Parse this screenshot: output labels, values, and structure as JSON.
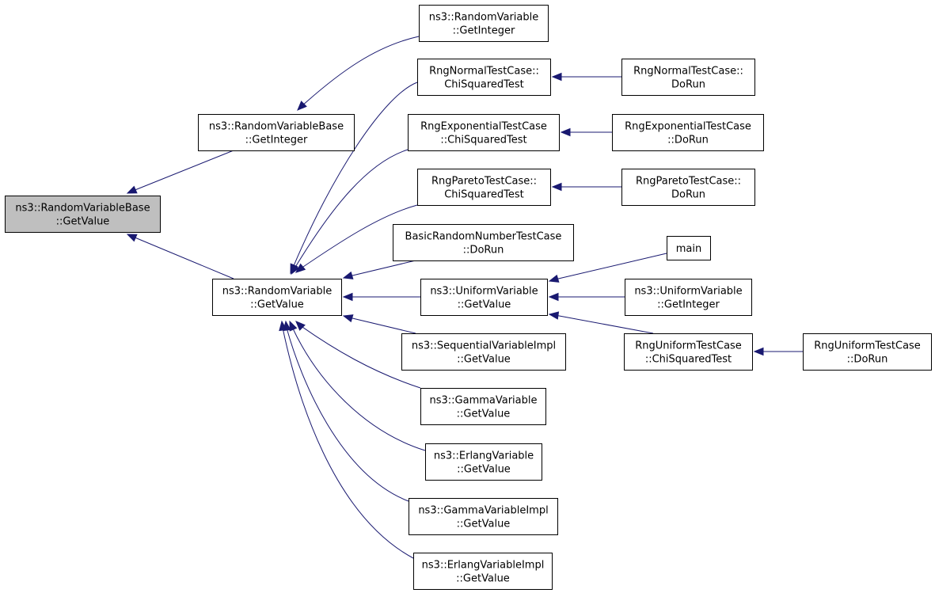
{
  "diagram": {
    "nodes": [
      {
        "id": "rvb_getvalue",
        "lines": [
          "ns3::RandomVariableBase",
          "::GetValue"
        ],
        "highlight": true
      },
      {
        "id": "rvb_getinteger",
        "lines": [
          "ns3::RandomVariableBase",
          "::GetInteger"
        ]
      },
      {
        "id": "rv_getvalue",
        "lines": [
          "ns3::RandomVariable",
          "::GetValue"
        ]
      },
      {
        "id": "rv_getinteger",
        "lines": [
          "ns3::RandomVariable",
          "::GetInteger"
        ]
      },
      {
        "id": "normal_chi",
        "lines": [
          "RngNormalTestCase::",
          "ChiSquaredTest"
        ]
      },
      {
        "id": "exp_chi",
        "lines": [
          "RngExponentialTestCase",
          "::ChiSquaredTest"
        ]
      },
      {
        "id": "pareto_chi",
        "lines": [
          "RngParetoTestCase::",
          "ChiSquaredTest"
        ]
      },
      {
        "id": "basic_dorun",
        "lines": [
          "BasicRandomNumberTestCase",
          "::DoRun"
        ]
      },
      {
        "id": "uniform_getvalue",
        "lines": [
          "ns3::UniformVariable",
          "::GetValue"
        ]
      },
      {
        "id": "seq_getvalue",
        "lines": [
          "ns3::SequentialVariableImpl",
          "::GetValue"
        ]
      },
      {
        "id": "gamma_getvalue",
        "lines": [
          "ns3::GammaVariable",
          "::GetValue"
        ]
      },
      {
        "id": "erlang_getvalue",
        "lines": [
          "ns3::ErlangVariable",
          "::GetValue"
        ]
      },
      {
        "id": "gammaimpl_getvalue",
        "lines": [
          "ns3::GammaVariableImpl",
          "::GetValue"
        ]
      },
      {
        "id": "erlangimpl_getvalue",
        "lines": [
          "ns3::ErlangVariableImpl",
          "::GetValue"
        ]
      },
      {
        "id": "normal_dorun",
        "lines": [
          "RngNormalTestCase::",
          "DoRun"
        ]
      },
      {
        "id": "exp_dorun",
        "lines": [
          "RngExponentialTestCase",
          "::DoRun"
        ]
      },
      {
        "id": "pareto_dorun",
        "lines": [
          "RngParetoTestCase::",
          "DoRun"
        ]
      },
      {
        "id": "main",
        "lines": [
          "main"
        ]
      },
      {
        "id": "uniform_getinteger",
        "lines": [
          "ns3::UniformVariable",
          "::GetInteger"
        ]
      },
      {
        "id": "uniform_chi",
        "lines": [
          "RngUniformTestCase",
          "::ChiSquaredTest"
        ]
      },
      {
        "id": "uniform_dorun",
        "lines": [
          "RngUniformTestCase",
          "::DoRun"
        ]
      }
    ],
    "edges": [
      {
        "from": "rvb_getvalue",
        "to": "rvb_getinteger"
      },
      {
        "from": "rvb_getvalue",
        "to": "rv_getvalue"
      },
      {
        "from": "rvb_getinteger",
        "to": "rv_getinteger"
      },
      {
        "from": "rv_getvalue",
        "to": "normal_chi"
      },
      {
        "from": "rv_getvalue",
        "to": "exp_chi"
      },
      {
        "from": "rv_getvalue",
        "to": "pareto_chi"
      },
      {
        "from": "rv_getvalue",
        "to": "basic_dorun"
      },
      {
        "from": "rv_getvalue",
        "to": "uniform_getvalue"
      },
      {
        "from": "rv_getvalue",
        "to": "seq_getvalue"
      },
      {
        "from": "rv_getvalue",
        "to": "gamma_getvalue"
      },
      {
        "from": "rv_getvalue",
        "to": "erlang_getvalue"
      },
      {
        "from": "rv_getvalue",
        "to": "gammaimpl_getvalue"
      },
      {
        "from": "rv_getvalue",
        "to": "erlangimpl_getvalue"
      },
      {
        "from": "normal_chi",
        "to": "normal_dorun"
      },
      {
        "from": "exp_chi",
        "to": "exp_dorun"
      },
      {
        "from": "pareto_chi",
        "to": "pareto_dorun"
      },
      {
        "from": "uniform_getvalue",
        "to": "main"
      },
      {
        "from": "uniform_getvalue",
        "to": "uniform_getinteger"
      },
      {
        "from": "uniform_getvalue",
        "to": "uniform_chi"
      },
      {
        "from": "uniform_chi",
        "to": "uniform_dorun"
      }
    ],
    "colors": {
      "edge": "#191970",
      "highlight_fill": "#bfbfbf",
      "node_border": "#000000"
    }
  }
}
